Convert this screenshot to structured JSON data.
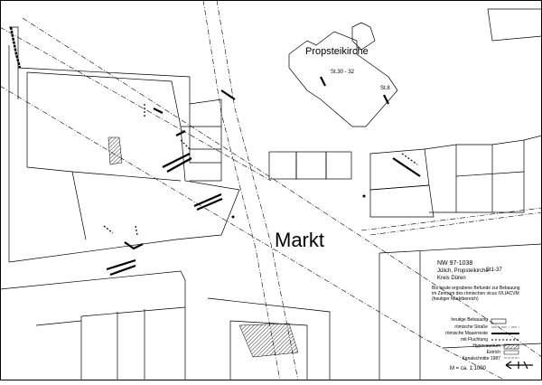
{
  "map": {
    "place_labels": {
      "square": "Markt",
      "church": "Propsteikirche"
    },
    "site_labels": {
      "st_30_32": "St.30 - 32",
      "st_8": "St.8",
      "st_1_37": "St1-37"
    },
    "info_box": {
      "id": "NW 97-1038",
      "place": "Jülich, Propsteikirche",
      "district": "Kreis Düren",
      "description": [
        "Bis heute ergrabene Befunde zur Bebauung",
        "im Zentrum des römischen vicus IVLIACVM",
        "(heutiger Marktbereich)"
      ],
      "legend": [
        "heutige Bebauung",
        "römische Straße",
        "römische Mauerreste",
        "mit Fluchtung",
        "Hypocaustum",
        "Estrich",
        "Kanalschnitte 1987"
      ],
      "scale": "M = ca. 1:1000"
    },
    "colors": {
      "background": "#ffffff",
      "lines": "#000000"
    },
    "icons": [
      "north-arrow-icon",
      "hatch-pattern"
    ]
  }
}
